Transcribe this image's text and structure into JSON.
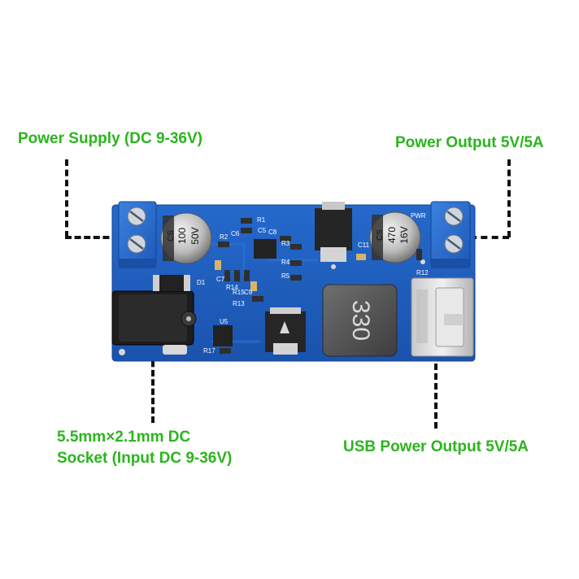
{
  "labels": {
    "power_supply": "Power Supply (DC 9-36V)",
    "power_output": "Power Output 5V/5A",
    "dc_socket_line1": "5.5mm×2.1mm DC",
    "dc_socket_line2": "Socket (Input DC 9-36V)",
    "usb_output": "USB Power Output 5V/5A"
  },
  "board": {
    "cap_left": [
      "CS",
      "100",
      "50V"
    ],
    "cap_right": [
      "CS",
      "470",
      "16V"
    ],
    "inductor": "330",
    "silkscreen": [
      "R1",
      "R2",
      "C6",
      "C5",
      "C8",
      "R3",
      "R4",
      "R5",
      "D1",
      "R13",
      "R14",
      "R15",
      "C7",
      "C9",
      "U5",
      "R17",
      "C11",
      "R12",
      "PWR"
    ]
  },
  "colors": {
    "label": "#2bb51d",
    "pcb": "#1f5fc0",
    "terminal": "#2a6fd1",
    "leader": "#111111"
  }
}
